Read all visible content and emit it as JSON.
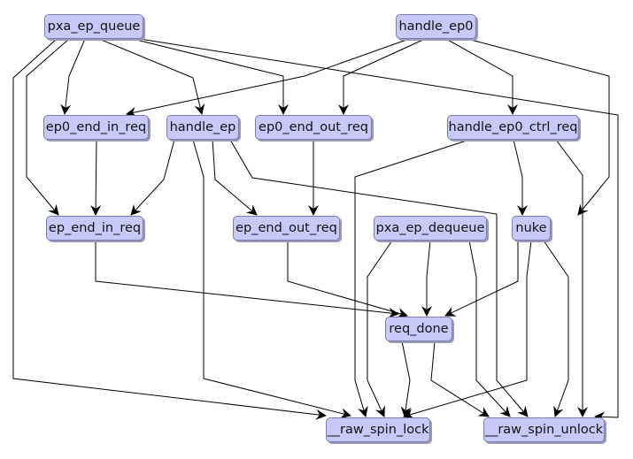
{
  "graph": {
    "type": "call-graph",
    "nodes": [
      {
        "id": "pxa_ep_queue",
        "label": "pxa_ep_queue"
      },
      {
        "id": "handle_ep0",
        "label": "handle_ep0"
      },
      {
        "id": "ep0_end_in_req",
        "label": "ep0_end_in_req"
      },
      {
        "id": "handle_ep",
        "label": "handle_ep"
      },
      {
        "id": "ep0_end_out_req",
        "label": "ep0_end_out_req"
      },
      {
        "id": "handle_ep0_ctrl_req",
        "label": "handle_ep0_ctrl_req"
      },
      {
        "id": "ep_end_in_req",
        "label": "ep_end_in_req"
      },
      {
        "id": "ep_end_out_req",
        "label": "ep_end_out_req"
      },
      {
        "id": "pxa_ep_dequeue",
        "label": "pxa_ep_dequeue"
      },
      {
        "id": "nuke",
        "label": "nuke"
      },
      {
        "id": "req_done",
        "label": "req_done"
      },
      {
        "id": "raw_spin_lock",
        "label": "__raw_spin_lock"
      },
      {
        "id": "raw_spin_unlock",
        "label": "__raw_spin_unlock"
      }
    ],
    "edges": [
      {
        "from": "pxa_ep_queue",
        "to": "raw_spin_lock"
      },
      {
        "from": "pxa_ep_queue",
        "to": "ep_end_in_req"
      },
      {
        "from": "pxa_ep_queue",
        "to": "ep0_end_in_req"
      },
      {
        "from": "pxa_ep_queue",
        "to": "handle_ep"
      },
      {
        "from": "pxa_ep_queue",
        "to": "ep0_end_out_req"
      },
      {
        "from": "pxa_ep_queue",
        "to": "raw_spin_unlock"
      },
      {
        "from": "handle_ep0",
        "to": "ep0_end_in_req"
      },
      {
        "from": "handle_ep0",
        "to": "ep0_end_out_req"
      },
      {
        "from": "handle_ep0",
        "to": "handle_ep0_ctrl_req"
      },
      {
        "from": "handle_ep0",
        "to": "nuke"
      },
      {
        "from": "ep0_end_in_req",
        "to": "ep_end_in_req"
      },
      {
        "from": "handle_ep",
        "to": "ep_end_in_req"
      },
      {
        "from": "handle_ep",
        "to": "raw_spin_lock"
      },
      {
        "from": "handle_ep",
        "to": "ep_end_out_req"
      },
      {
        "from": "handle_ep",
        "to": "raw_spin_unlock"
      },
      {
        "from": "ep0_end_out_req",
        "to": "ep_end_out_req"
      },
      {
        "from": "handle_ep0_ctrl_req",
        "to": "raw_spin_lock"
      },
      {
        "from": "handle_ep0_ctrl_req",
        "to": "nuke"
      },
      {
        "from": "handle_ep0_ctrl_req",
        "to": "raw_spin_unlock"
      },
      {
        "from": "ep_end_in_req",
        "to": "req_done"
      },
      {
        "from": "ep_end_out_req",
        "to": "req_done"
      },
      {
        "from": "pxa_ep_dequeue",
        "to": "raw_spin_lock"
      },
      {
        "from": "pxa_ep_dequeue",
        "to": "req_done"
      },
      {
        "from": "pxa_ep_dequeue",
        "to": "raw_spin_unlock"
      },
      {
        "from": "nuke",
        "to": "req_done"
      },
      {
        "from": "nuke",
        "to": "raw_spin_lock"
      },
      {
        "from": "nuke",
        "to": "raw_spin_unlock"
      },
      {
        "from": "req_done",
        "to": "raw_spin_lock"
      },
      {
        "from": "req_done",
        "to": "raw_spin_unlock"
      }
    ]
  },
  "colors": {
    "node_fill": "#c9c9f9",
    "node_border": "#7d7dad",
    "edge": "#000000"
  }
}
